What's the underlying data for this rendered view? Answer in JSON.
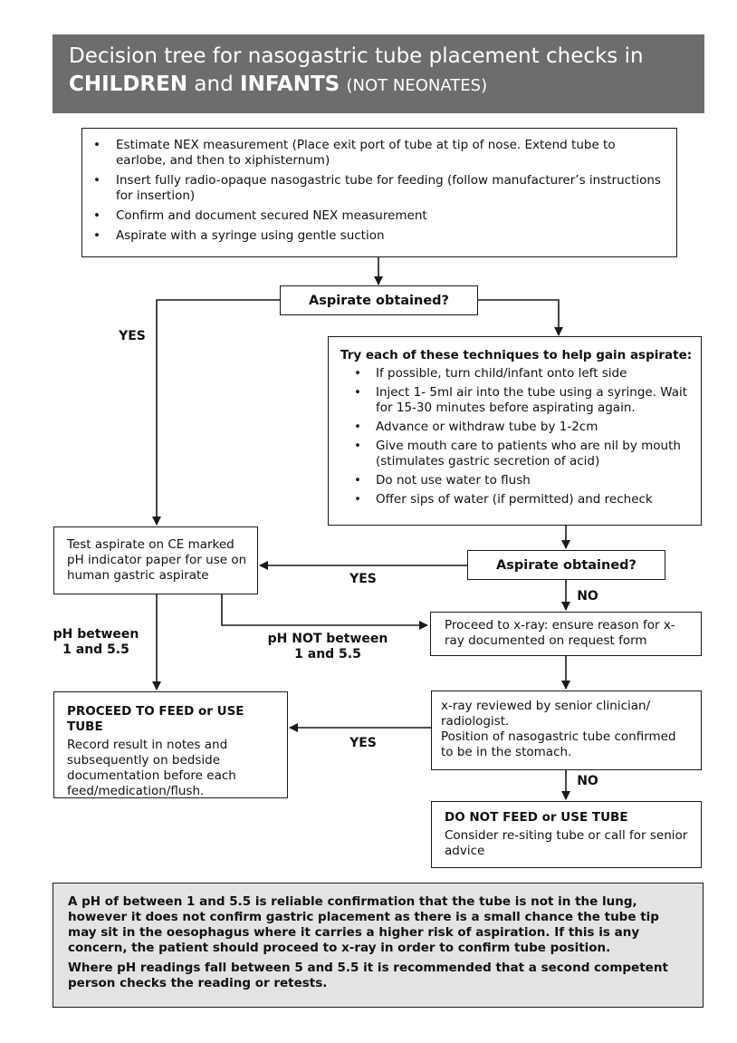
{
  "header": {
    "title_part1": "Decision tree for nasogastric tube placement checks in",
    "title_children": "CHILDREN",
    "title_and": "and",
    "title_infants": "INFANTS",
    "title_not_neonates": "(NOT NEONATES)"
  },
  "initial_steps": [
    "Estimate NEX measurement (Place exit port of tube at tip of nose. Extend tube to earlobe, and then to xiphisternum)",
    "Insert fully radio-opaque nasogastric tube for feeding (follow manufacturer’s instructions for insertion)",
    "Confirm and document secured NEX measurement",
    "Aspirate with a syringe using gentle suction"
  ],
  "question1": "Aspirate obtained?",
  "techniques": {
    "title": "Try each of these techniques to help gain aspirate:",
    "items": [
      "If possible, turn child/infant onto left side",
      "Inject 1- 5ml air into the tube using a syringe. Wait for 15-30 minutes before aspirating again.",
      "Advance or withdraw tube by 1-2cm",
      "Give mouth care to patients who are nil by mouth (stimulates gastric secretion of acid)",
      "Do not use water to flush",
      "Offer sips of water (if permitted) and recheck"
    ]
  },
  "question2": "Aspirate obtained?",
  "test_box": "Test aspirate on CE marked pH indicator paper for use on human gastric aspirate",
  "xray_box": "Proceed to x-ray: ensure reason for x-ray documented on request form",
  "feed_box": {
    "title": "PROCEED TO FEED or USE TUBE",
    "body": "Record result in notes and subsequently on bedside documentation before each feed/medication/flush."
  },
  "review_box": {
    "line1": "x-ray reviewed by senior clinician/ radiologist.",
    "line2": "Position of nasogastric tube confirmed to be in the stomach."
  },
  "nofeed_box": {
    "title": "DO NOT FEED or USE TUBE",
    "body": "Consider re-siting tube or call for senior advice"
  },
  "labels": {
    "yes1": "YES",
    "yes2": "YES",
    "no1": "NO",
    "ph_between_1": "pH between",
    "ph_between_2": "1 and 5.5",
    "ph_not_between_1": "pH NOT between",
    "ph_not_between_2": "1 and 5.5",
    "yes3": "YES",
    "no2": "NO"
  },
  "note": {
    "p1": "A pH of between 1 and 5.5 is reliable confirmation that the tube is not in the lung, however it does not confirm gastric placement as there is a small chance the tube tip may sit in the oesophagus where it carries a higher risk of aspiration. If this is any concern, the patient should proceed to x-ray in order to confirm tube position.",
    "p2": "Where pH readings fall between 5 and 5.5 it is recommended that a second competent person checks the reading or retests."
  },
  "colors": {
    "header_bg": "#6d6d6d",
    "note_bg": "#e3e3e3",
    "line": "#1a1a1a"
  }
}
